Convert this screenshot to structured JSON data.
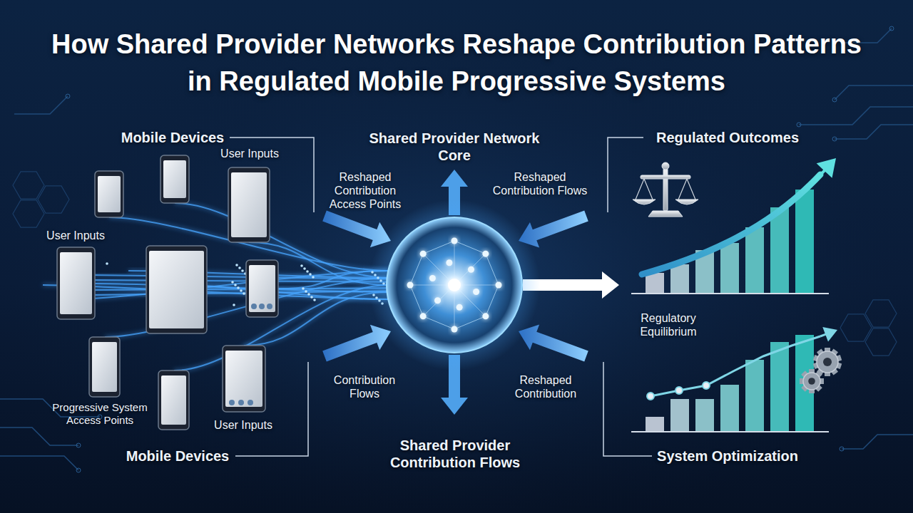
{
  "diagram": {
    "title": "How Shared Provider Networks Reshape Contribution Patterns in Regulated Mobile Progressive Systems",
    "labels": [
      "Mobile Devices",
      "User Inputs",
      "User Inputs",
      "Progressive System Access Points",
      "User Inputs",
      "Mobile Devices",
      "Shared Provider Network Core",
      "Reshaped Contribution Access Points",
      "Reshaped Contribution Flows",
      "Contribution Flows",
      "Reshaped Contribution",
      "Shared Provider Contribution Flows",
      "Regulated Outcomes",
      "Regulatory Equilibrium",
      "System Optimization"
    ]
  }
}
